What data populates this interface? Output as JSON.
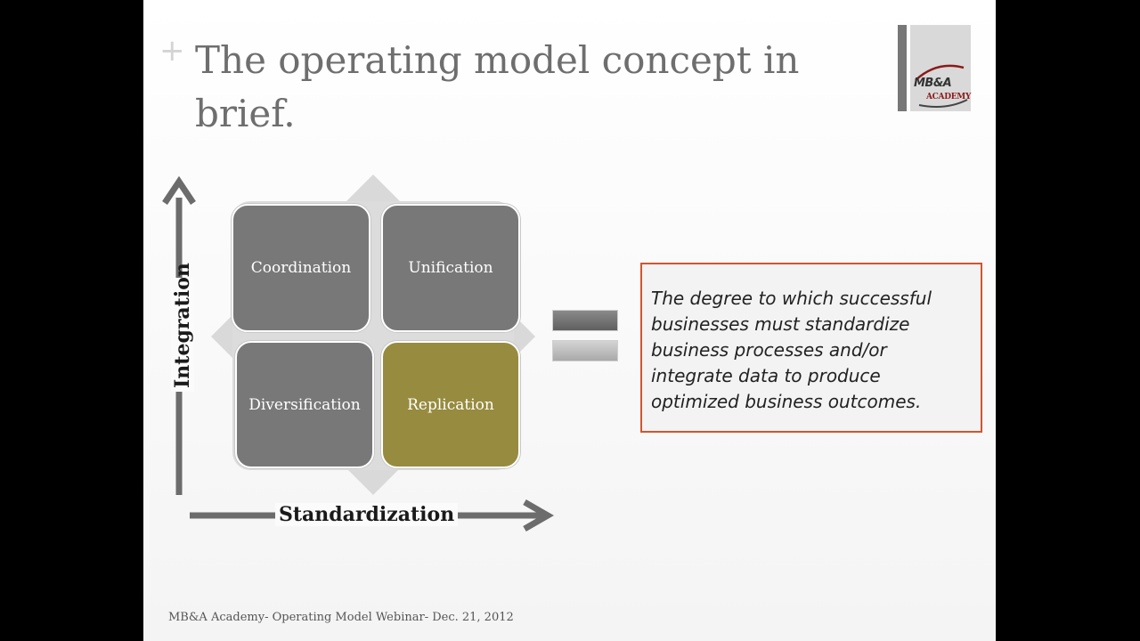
{
  "slide": {
    "bullet": "+",
    "title": "The operating model concept in brief.",
    "footer": "MB&A Academy- Operating Model Webinar- Dec. 21, 2012"
  },
  "logo": {
    "text": "MB&A",
    "subtext": "ACADEMY"
  },
  "matrix": {
    "quadrants": {
      "top_left": "Coordination",
      "top_right": "Unification",
      "bottom_left": "Diversification",
      "bottom_right": "Replication"
    },
    "y_axis_label": "Integration",
    "x_axis_label": "Standardization"
  },
  "definition": {
    "text": "The degree to which successful businesses must standardize business processes and/or integrate data to produce optimized business outcomes."
  },
  "colors": {
    "quadrant_gray": "#787878",
    "quadrant_highlight": "#978b3f",
    "definition_border": "#d2552e",
    "title": "#6e6e6e"
  }
}
